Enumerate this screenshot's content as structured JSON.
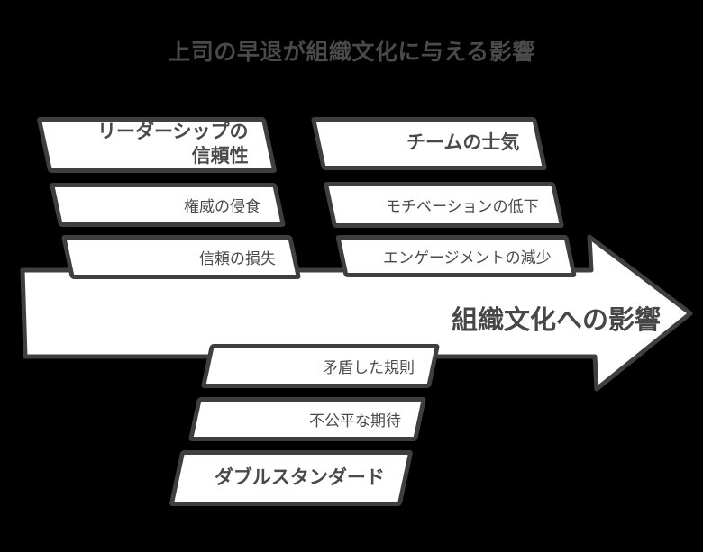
{
  "title": "上司の早退が組織文化に与える影響",
  "arrow": {
    "label": "組織文化への影響"
  },
  "branches": {
    "leadership": {
      "header_line1": "リーダーシップの",
      "header_line2": "信頼性",
      "items": [
        "権威の侵食",
        "信頼の損失"
      ]
    },
    "morale": {
      "header": "チームの士気",
      "items": [
        "モチベーションの低下",
        "エンゲージメントの減少"
      ]
    },
    "double_standard": {
      "header": "ダブルスタンダード",
      "items": [
        "矛盾した規則",
        "不公平な期待"
      ]
    }
  },
  "colors": {
    "background": "#000000",
    "node_fill": "#ffffff",
    "node_border": "#3f3f3f",
    "text": "#4a4a4a"
  }
}
